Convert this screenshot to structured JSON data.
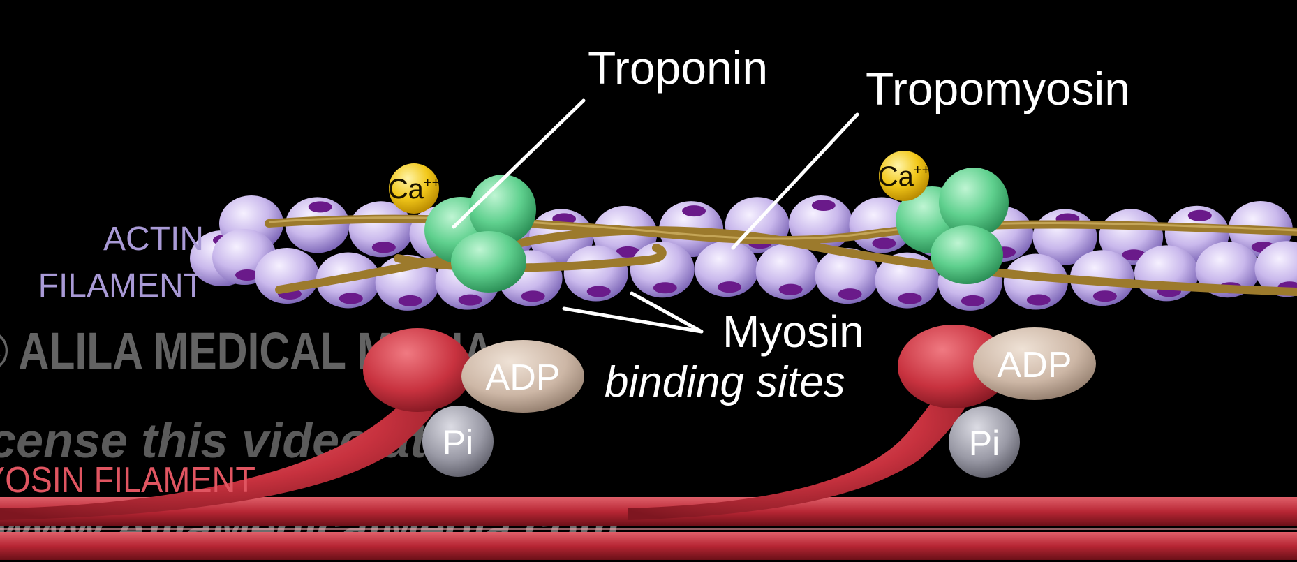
{
  "labels": {
    "troponin": "Troponin",
    "tropomyosin": "Tropomyosin",
    "actin_line1": "ACTIN",
    "actin_line2": "FILAMENT",
    "myosin_line1": "Myosin",
    "myosin_line2": "binding sites",
    "myosin_filament": "MYOSIN FILAMENT"
  },
  "ions": {
    "calcium": "Ca",
    "calcium_charge": "++"
  },
  "molecules": {
    "adp": "ADP",
    "phosphate": "Pi"
  },
  "watermark": {
    "brand": "© ALILA MEDICAL MEDIA",
    "license": "License this video at",
    "url": "www.AlilaMedicalMedia.com"
  },
  "colors": {
    "background": "#000000",
    "actin": "#c9b8ec",
    "binding_site": "#6a1a8a",
    "tropomyosin": "#9c7a2c",
    "troponin": "#5fd08e",
    "calcium": "#f2c81a",
    "myosin": "#c8323f",
    "adp": "#cdb7a6",
    "phosphate": "#9a9aa6",
    "actin_label": "#a99ad6"
  }
}
